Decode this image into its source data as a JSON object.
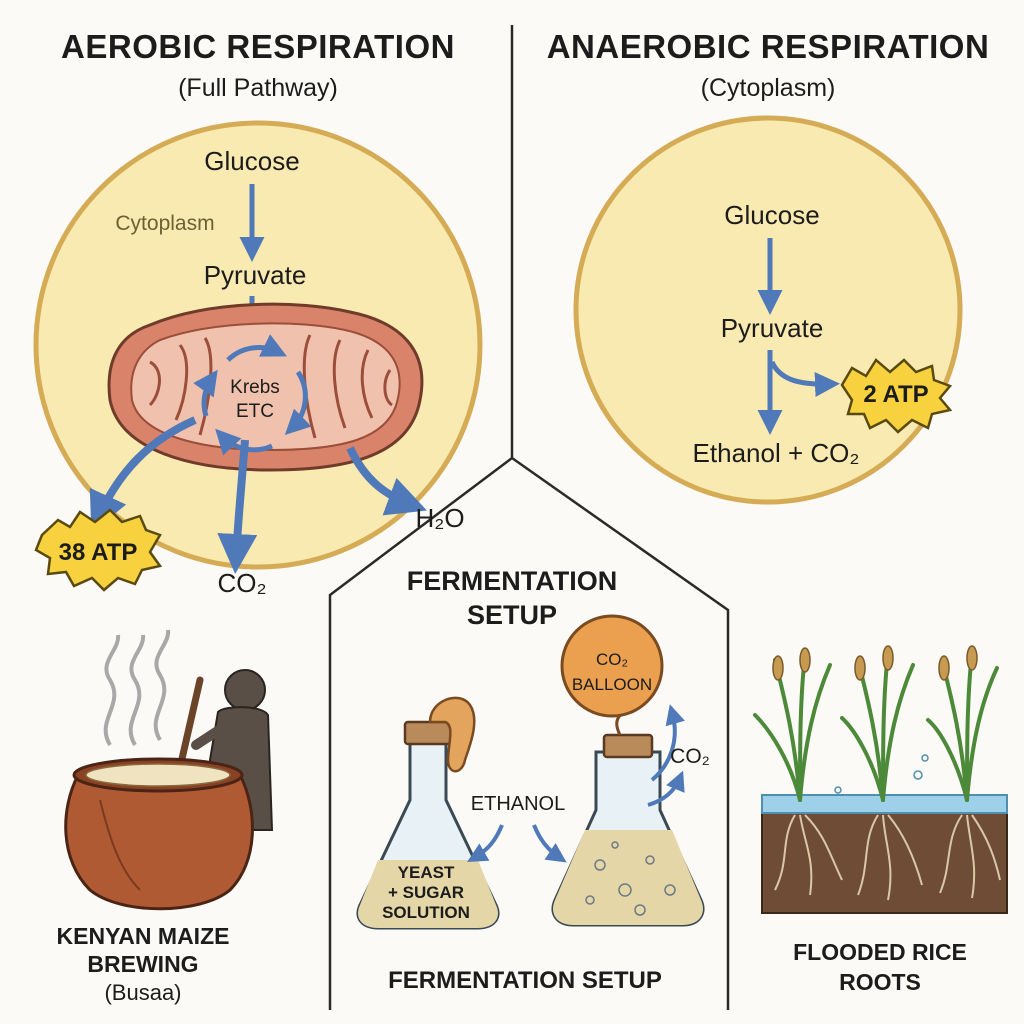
{
  "aerobic": {
    "title": "AEROBIC RESPIRATION",
    "subtitle": "(Full Pathway)",
    "glucose": "Glucose",
    "cytoplasm": "Cytoplasm",
    "pyruvate": "Pyruvate",
    "krebs": "Krebs",
    "etc": "ETC",
    "atp": "38 ATP",
    "co2": "CO₂",
    "h2o": "H₂O"
  },
  "anaerobic": {
    "title": "ANAEROBIC RESPIRATION",
    "subtitle": "(Cytoplasm)",
    "glucose": "Glucose",
    "pyruvate": "Pyruvate",
    "atp": "2 ATP",
    "products": "Ethanol + CO₂"
  },
  "fermentation": {
    "title_line1": "FERMENTATION",
    "title_line2": "SETUP",
    "balloon_line1": "CO₂",
    "balloon_line2": "BALLOON",
    "co2": "CO₂",
    "ethanol": "ETHANOL",
    "flask_line1": "YEAST",
    "flask_line2": "+ SUGAR",
    "flask_line3": "SOLUTION",
    "caption": "FERMENTATION SETUP"
  },
  "kenyan": {
    "line1": "KENYAN MAIZE",
    "line2": "BREWING",
    "line3": "(Busaa)"
  },
  "rice": {
    "line1": "FLOODED RICE",
    "line2": "ROOTS"
  },
  "colors": {
    "cell_fill": "#f8eab0",
    "cell_stroke": "#d5ab55",
    "mito_fill": "#d9836a",
    "mito_inner": "#f0c2ae",
    "arrow": "#4f79b8",
    "atp_fill": "#f7d23e",
    "pot": "#b05a34",
    "balloon": "#eaa04e",
    "water": "#9fd0ea",
    "soil": "#6e4c36",
    "plant": "#4c8a3a"
  },
  "icons": {
    "steam": "steam-icon",
    "pot": "pot-icon",
    "person": "person-icon",
    "flask": "flask-icon",
    "balloon": "balloon-icon",
    "rice": "rice-plant-icon"
  }
}
